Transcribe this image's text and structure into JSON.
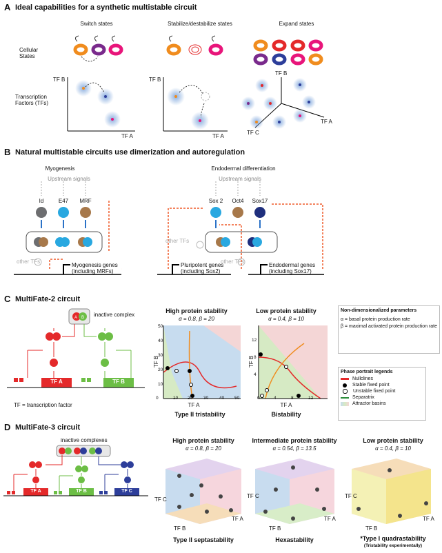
{
  "A": {
    "letter": "A",
    "title": "Ideal capabilities for a synthetic multistable circuit",
    "col1": "Switch states",
    "col2": "Stabilize/destabilize states",
    "col3": "Expand states",
    "row1": "Cellular States",
    "row2": "Transcription Factors (TFs)",
    "axis_tfa": "TF A",
    "axis_tfb": "TF B",
    "axis_tfc": "TF C"
  },
  "B": {
    "letter": "B",
    "title": "Natural multistable circuits use dimerization and autoregulation",
    "myogenesis": "Myogenesis",
    "endodermal": "Endodermal differentiation",
    "upstream": "Upstream signals",
    "tfs_left": [
      "Id",
      "E47",
      "MRF"
    ],
    "tfs_right": [
      "Sox 2",
      "Oct4",
      "Sox17"
    ],
    "other_tfs": "other TFs",
    "gene_myo": "Myogenesis genes (including MRFs)",
    "gene_pluri": "Pluripotent genes (including Sox2)",
    "gene_endo": "Endodermal genes (including Sox17)"
  },
  "C": {
    "letter": "C",
    "title": "MultiFate-2 circuit",
    "inactive": "inactive complex",
    "tf_def": "TF = transcription factor",
    "tfa": "TF A",
    "tfb": "TF B",
    "high_title": "High protein stability",
    "high_params": "α = 0.8, β = 20",
    "high_result": "Type II tristability",
    "low_title": "Low protein stability",
    "low_params": "α = 0.4, β = 10",
    "low_result": "Bistability",
    "param_title": "Non-dimensionalized parameters",
    "param_alpha": "α = basal protein production rate",
    "param_beta": "β = maximal activated protein production rate",
    "legend_title": "Phase portrait legends",
    "legend_items": [
      "Nullclines",
      "Stable fixed point",
      "Unstable fixed point",
      "Separatrix",
      "Attractor basins"
    ],
    "high_axes": {
      "xticks": [
        "0",
        "10",
        "20",
        "30",
        "40",
        "50"
      ],
      "yticks": [
        "0",
        "10",
        "20",
        "30",
        "40",
        "50"
      ]
    },
    "low_axes": {
      "xticks": [
        "0",
        "4",
        "8",
        "12"
      ],
      "yticks": [
        "0",
        "4",
        "8",
        "12"
      ]
    }
  },
  "D": {
    "letter": "D",
    "title": "MultiFate-3 circuit",
    "inactive": "inactive complexes",
    "tfa": "TF A",
    "tfb": "TF B",
    "tfc": "TF C",
    "p1_title": "High protein stability",
    "p1_params": "α = 0.8, β = 20",
    "p1_result": "Type II septastability",
    "p2_title": "Intermediate protein stability",
    "p2_params": "α = 0.54, β = 13.5",
    "p2_result": "Hexastability",
    "p3_title": "Low protein stability",
    "p3_params": "α = 0.4, β = 10",
    "p3_result": "*Type I quadrastability",
    "p3_note": "(Tristability experimentally)"
  },
  "colors": {
    "orange": "#f08c1e",
    "purple": "#7a2a8c",
    "pink": "#e8157a",
    "red": "#e4292a",
    "green": "#6cbe45",
    "blue": "#2d3e9a",
    "cyan": "#29a8e0",
    "brown": "#a7784a",
    "grey": "#6d6e70",
    "navy": "#1f2f7d"
  }
}
